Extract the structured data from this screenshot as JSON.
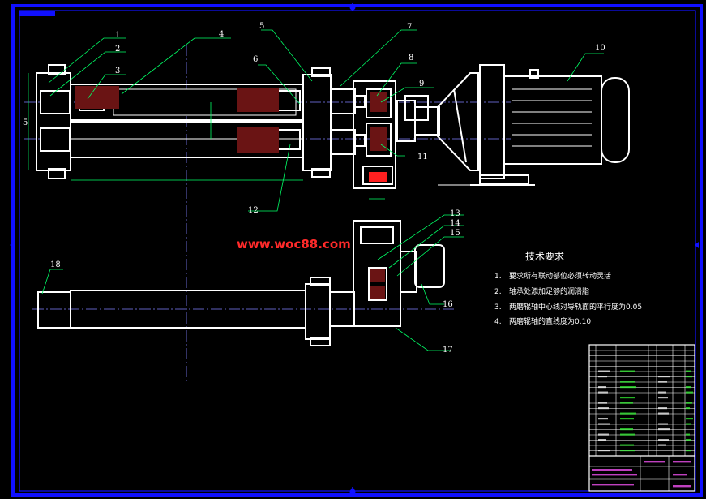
{
  "colors": {
    "background": "#000000",
    "frame": "#1010ff",
    "part": "#ffffff",
    "leader": "#00ff66",
    "section_hatch": "#c82020",
    "centerline": "#8080ff",
    "watermark": "#ff2a2a",
    "title_block_text": "#35ff35"
  },
  "watermark": "www.woc88.com",
  "balloons": [
    {
      "label": "1"
    },
    {
      "label": "2"
    },
    {
      "label": "3"
    },
    {
      "label": "4"
    },
    {
      "label": "5"
    },
    {
      "label": "6"
    },
    {
      "label": "7"
    },
    {
      "label": "8"
    },
    {
      "label": "9"
    },
    {
      "label": "10"
    },
    {
      "label": "11"
    },
    {
      "label": "12"
    },
    {
      "label": "13"
    },
    {
      "label": "14"
    },
    {
      "label": "15"
    },
    {
      "label": "16"
    },
    {
      "label": "17"
    },
    {
      "label": "18"
    }
  ],
  "technical_requirements": {
    "title": "技术要求",
    "items": [
      {
        "index": "1.",
        "text": "要求所有联动部位必须转动灵活"
      },
      {
        "index": "2.",
        "text": "轴承处添加足够的润滑脂"
      },
      {
        "index": "3.",
        "text": "两磨辊轴中心线对导轨面的平行度为0.05"
      },
      {
        "index": "4.",
        "text": "两磨辊轴的直线度为0.10"
      }
    ]
  }
}
